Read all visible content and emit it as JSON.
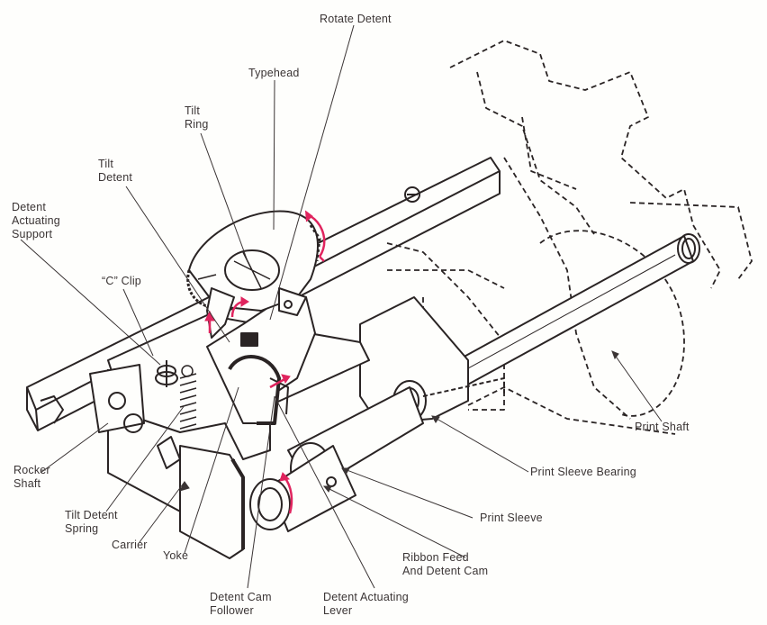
{
  "diagram": {
    "title": "Typewriter print element carrier mechanism (exploded/cutaway view)",
    "accent_color": "#e0245e",
    "line_color": "#2a2424",
    "labels": [
      {
        "id": "rotate-detent",
        "text": "Rotate Detent"
      },
      {
        "id": "typehead",
        "text": "Typehead"
      },
      {
        "id": "tilt-ring",
        "text": "Tilt\nRing"
      },
      {
        "id": "tilt-detent",
        "text": "Tilt\nDetent"
      },
      {
        "id": "detent-actuating-support",
        "text": "Detent\nActuating\nSupport"
      },
      {
        "id": "c-clip",
        "text": "“C” Clip"
      },
      {
        "id": "rocker-shaft",
        "text": "Rocker\nShaft"
      },
      {
        "id": "tilt-detent-spring",
        "text": "Tilt Detent\nSpring"
      },
      {
        "id": "carrier",
        "text": "Carrier"
      },
      {
        "id": "yoke",
        "text": "Yoke"
      },
      {
        "id": "detent-cam-follower",
        "text": "Detent Cam\nFollower"
      },
      {
        "id": "detent-actuating-lever",
        "text": "Detent Actuating\nLever"
      },
      {
        "id": "ribbon-feed-and-detent-cam",
        "text": "Ribbon Feed\nAnd Detent Cam"
      },
      {
        "id": "print-sleeve",
        "text": "Print Sleeve"
      },
      {
        "id": "print-sleeve-bearing",
        "text": "Print Sleeve Bearing"
      },
      {
        "id": "print-shaft",
        "text": "Print Shaft"
      }
    ]
  }
}
